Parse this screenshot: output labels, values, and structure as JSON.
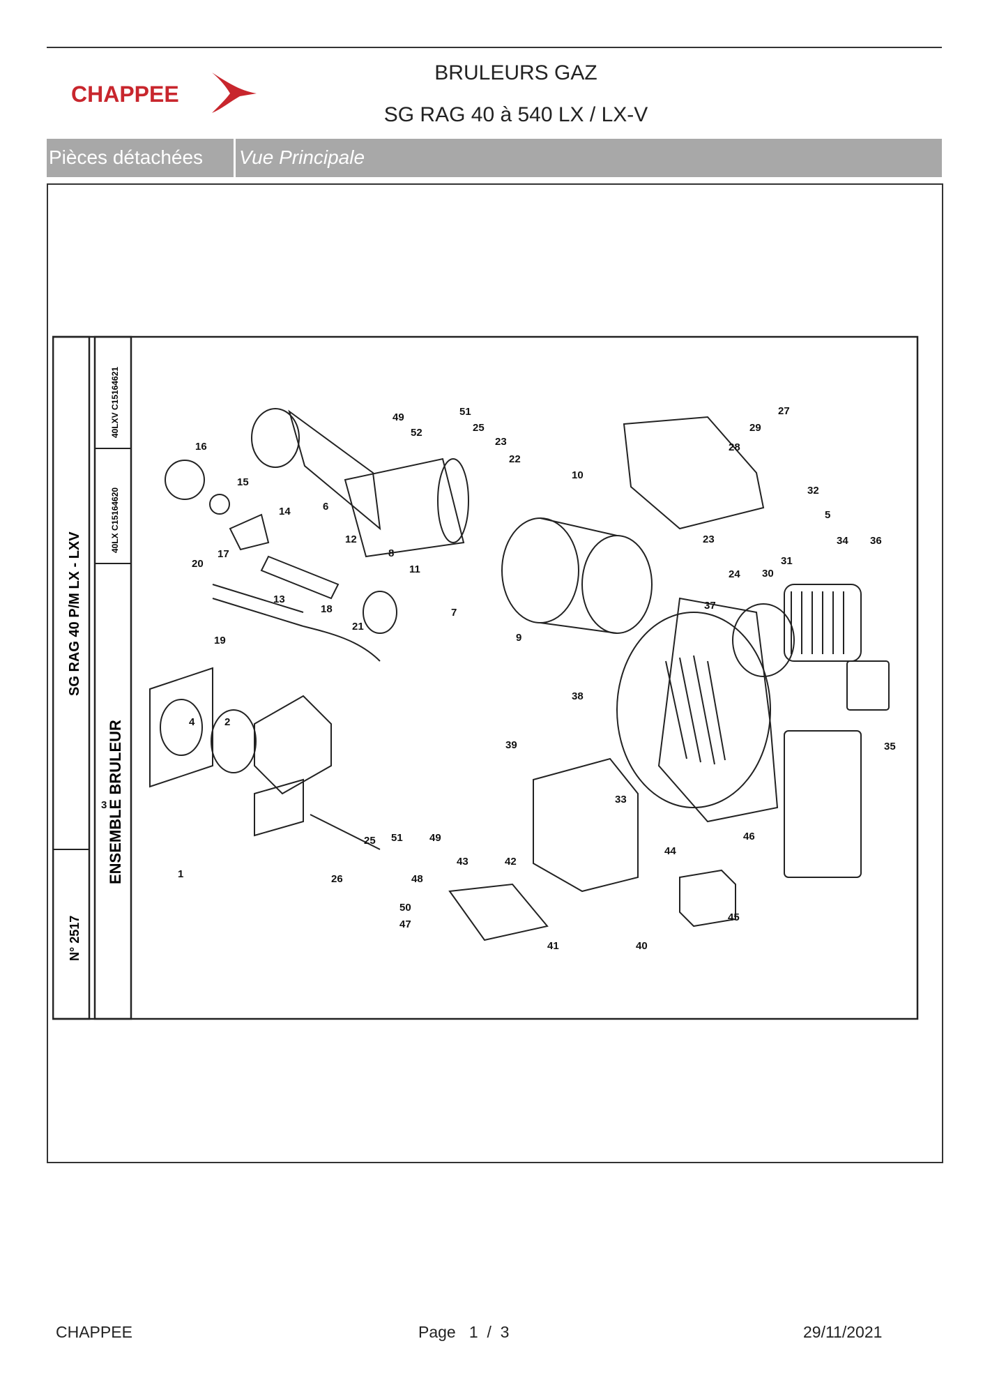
{
  "header": {
    "brand": "CHAPPEE",
    "title_line1": "BRULEURS GAZ",
    "title_line2": "SG RAG 40 à 540 LX / LX-V"
  },
  "tab_bar": {
    "left": "Pièces détachées",
    "right": "Vue Principale"
  },
  "drawing": {
    "side_labels": {
      "model_lxv": "40LXV C15164621",
      "model_lx": "40LX C15164620",
      "model_title": "SG RAG 40 P/M LX - LXV",
      "assembly": "ENSEMBLE BRULEUR",
      "number": "N° 2517"
    },
    "callouts": [
      "1",
      "2",
      "3",
      "4",
      "5",
      "6",
      "7",
      "8",
      "9",
      "10",
      "11",
      "12",
      "13",
      "14",
      "15",
      "16",
      "17",
      "18",
      "19",
      "20",
      "21",
      "22",
      "23",
      "23",
      "24",
      "25",
      "25",
      "26",
      "27",
      "28",
      "29",
      "30",
      "31",
      "32",
      "33",
      "34",
      "35",
      "36",
      "37",
      "38",
      "39",
      "40",
      "41",
      "42",
      "43",
      "44",
      "45",
      "46",
      "47",
      "48",
      "49",
      "49",
      "50",
      "51",
      "51",
      "52"
    ]
  },
  "footer": {
    "left": "CHAPPEE",
    "center": "Page   1  /  3",
    "right": "29/11/2021"
  },
  "colors": {
    "brand_red": "#c8262d",
    "bar_gray": "#a8a8a8"
  }
}
